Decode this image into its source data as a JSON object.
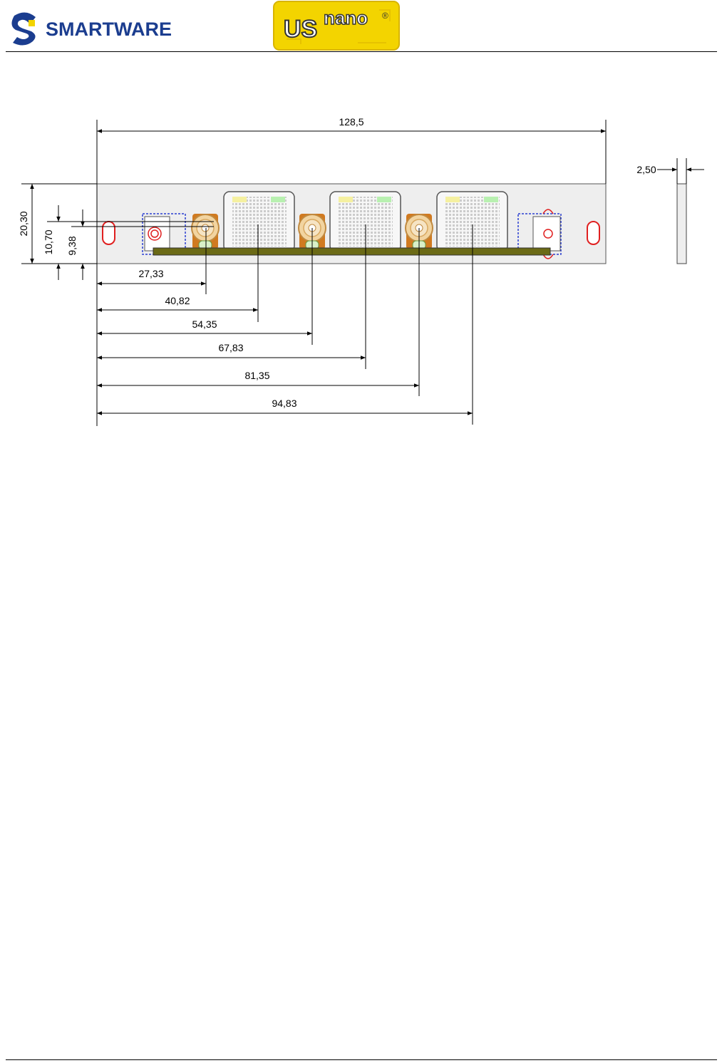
{
  "header": {
    "brand_left": "SMARTWARE",
    "brand_right_main": "US",
    "brand_right_sup": "nano",
    "brand_right_mark": "®"
  },
  "dimensions": {
    "overall_length": "128,5",
    "thickness": "2,50",
    "height": "20,30",
    "hole_offset_a": "10,70",
    "hole_offset_b": "9,38",
    "pos_1": "27,33",
    "pos_2": "40,82",
    "pos_3": "54,35",
    "pos_4": "67,83",
    "pos_5": "81,35",
    "pos_6": "94,83"
  },
  "colors": {
    "board": "#eeeeee",
    "rail": "#6b6a16",
    "slot": "#e02020",
    "outline": "#2a3fd0",
    "pad": "#e8a848",
    "logo_blue": "#1b3d8f",
    "logo_yellow": "#f3d400"
  }
}
